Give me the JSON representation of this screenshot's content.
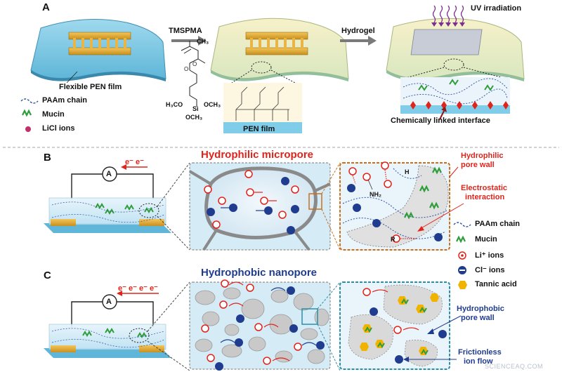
{
  "panels": {
    "a": "A",
    "b": "B",
    "c": "C"
  },
  "panel_a": {
    "film_label": "Flexible PEN film",
    "step1": "TMSPMA",
    "step2": "Hydrogel",
    "uv": "UV irradiation",
    "pen_film": "PEN film",
    "interface": "Chemically linked interface",
    "chem": {
      "ch3": "CH₃",
      "sio": "Si",
      "och3a": "H₃CO",
      "och3b": "OCH₃",
      "och3c": "OCH₃"
    },
    "legend": [
      {
        "label": "PAAm chain",
        "icon": "dashed-chain-icon"
      },
      {
        "label": "Mucin",
        "icon": "mucin-icon"
      },
      {
        "label": "LiCl ions",
        "icon": "ion-dot-icon"
      }
    ]
  },
  "panel_b": {
    "title": "Hydrophilic micropore",
    "electrons": "e⁻ e⁻",
    "ammeter": "A",
    "wall": "Hydrophilic\npore wall",
    "wall_l1": "Hydrophilic",
    "wall_l2": "pore wall",
    "interaction_l1": "Electrostatic",
    "interaction_l2": "interaction",
    "nh2": "NH₂",
    "h": "H",
    "r": "R"
  },
  "legend_right": [
    {
      "label": "PAAm chain",
      "icon": "dashed-chain-icon"
    },
    {
      "label": "Mucin",
      "icon": "mucin-icon"
    },
    {
      "label": "Li⁺ ions",
      "icon": "li-ion-icon"
    },
    {
      "label": "Cl⁻ ions",
      "icon": "cl-ion-icon"
    },
    {
      "label": "Tannic acid",
      "icon": "tannic-acid-icon"
    }
  ],
  "panel_c": {
    "title": "Hydrophobic nanopore",
    "electrons": "e⁻ e⁻ e⁻ e⁻",
    "ammeter": "A",
    "wall_l1": "Hydrophobic",
    "wall_l2": "pore wall",
    "flow_l1": "Frictionless",
    "flow_l2": "ion flow"
  },
  "watermark": "SCIENCEAQ.COM",
  "colors": {
    "red": "#e0231b",
    "blue": "#1f3c8f",
    "orange": "#c8701e",
    "teal": "#2a8fa8",
    "gold": "#e8b54a"
  }
}
